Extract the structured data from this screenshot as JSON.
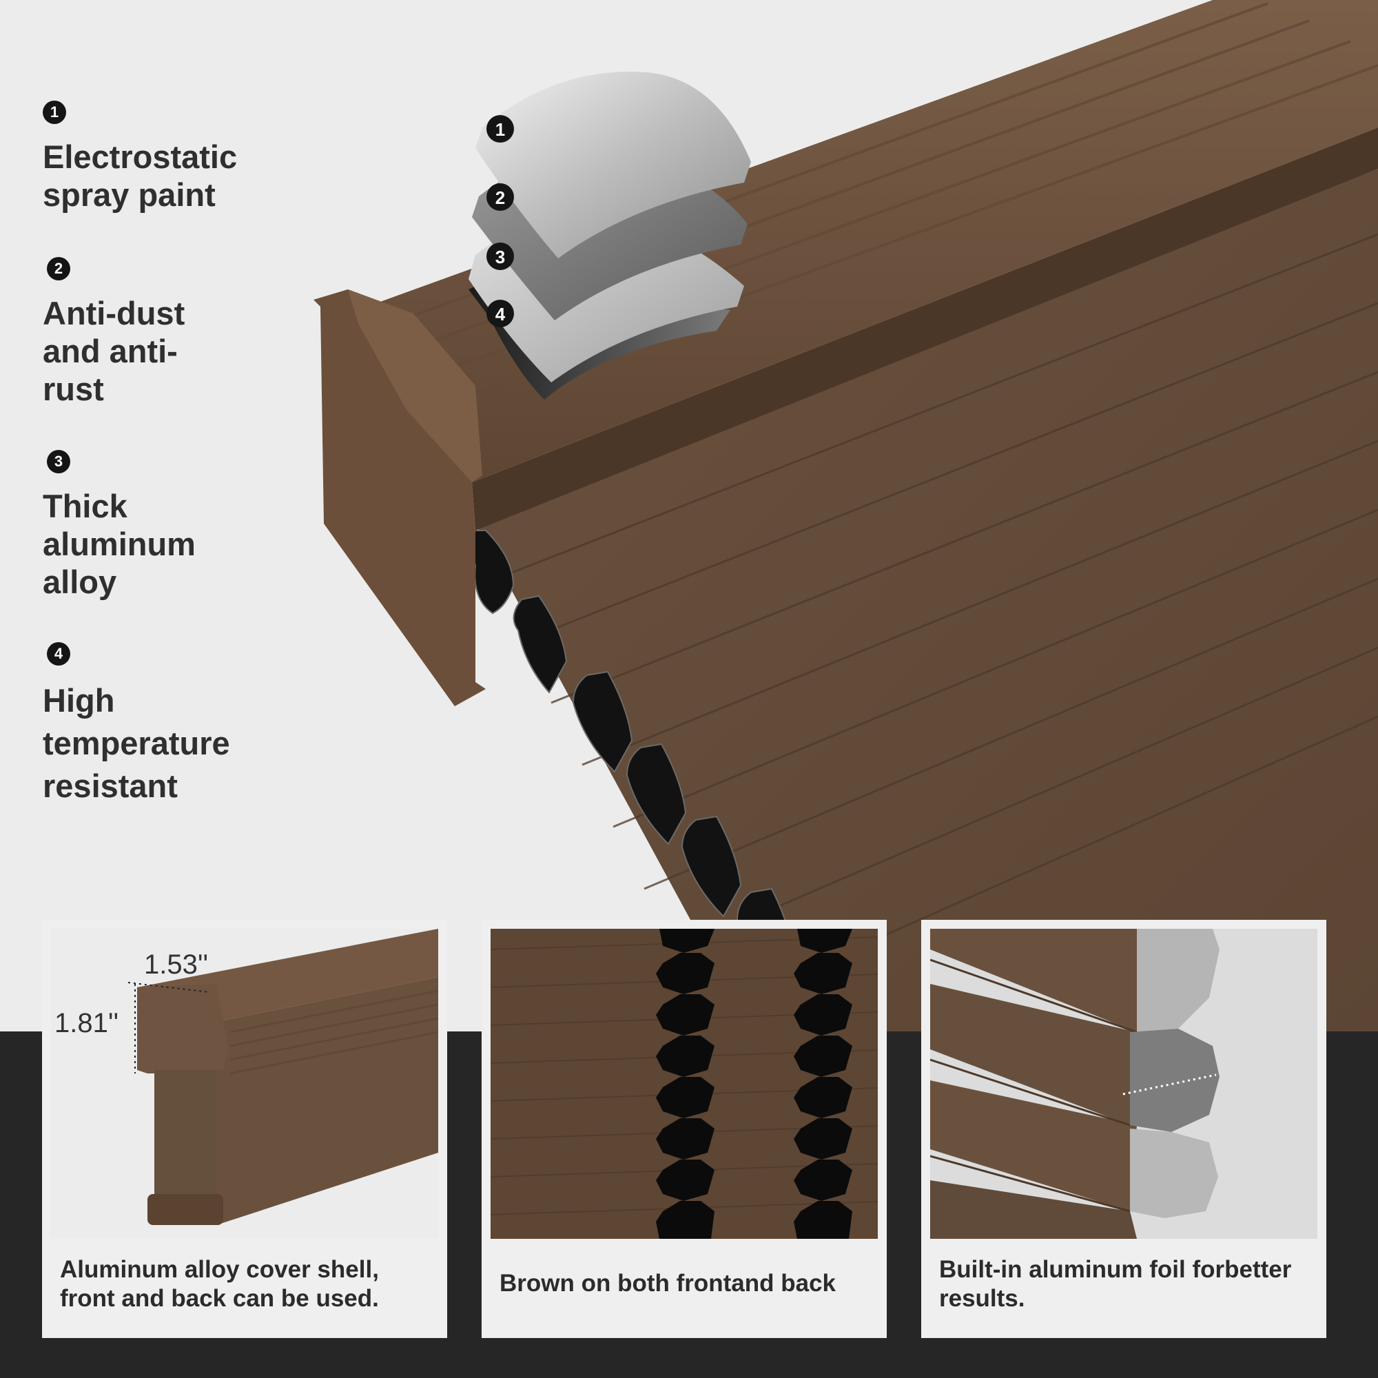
{
  "features": [
    {
      "number": "1",
      "label": "Electrostatic spray paint"
    },
    {
      "number": "2",
      "label": "Anti-dust and anti-rust"
    },
    {
      "number": "3",
      "label": "Thick aluminum alloy"
    },
    {
      "number": "4",
      "label": "High temperature resistant"
    }
  ],
  "layer_badges": [
    "1",
    "2",
    "3",
    "4"
  ],
  "panels": [
    {
      "caption": "Aluminum alloy cover shell, front and back can be used.",
      "dim_width": "1.53''",
      "dim_height": "1.81''"
    },
    {
      "caption": "Brown on both frontand back"
    },
    {
      "caption": "Built-in aluminum foil forbetter results."
    }
  ],
  "colors": {
    "brown": "#6e5440",
    "brown_dark": "#4a3525",
    "background": "#ececec",
    "band": "#262626",
    "text": "#2f2f2f"
  }
}
